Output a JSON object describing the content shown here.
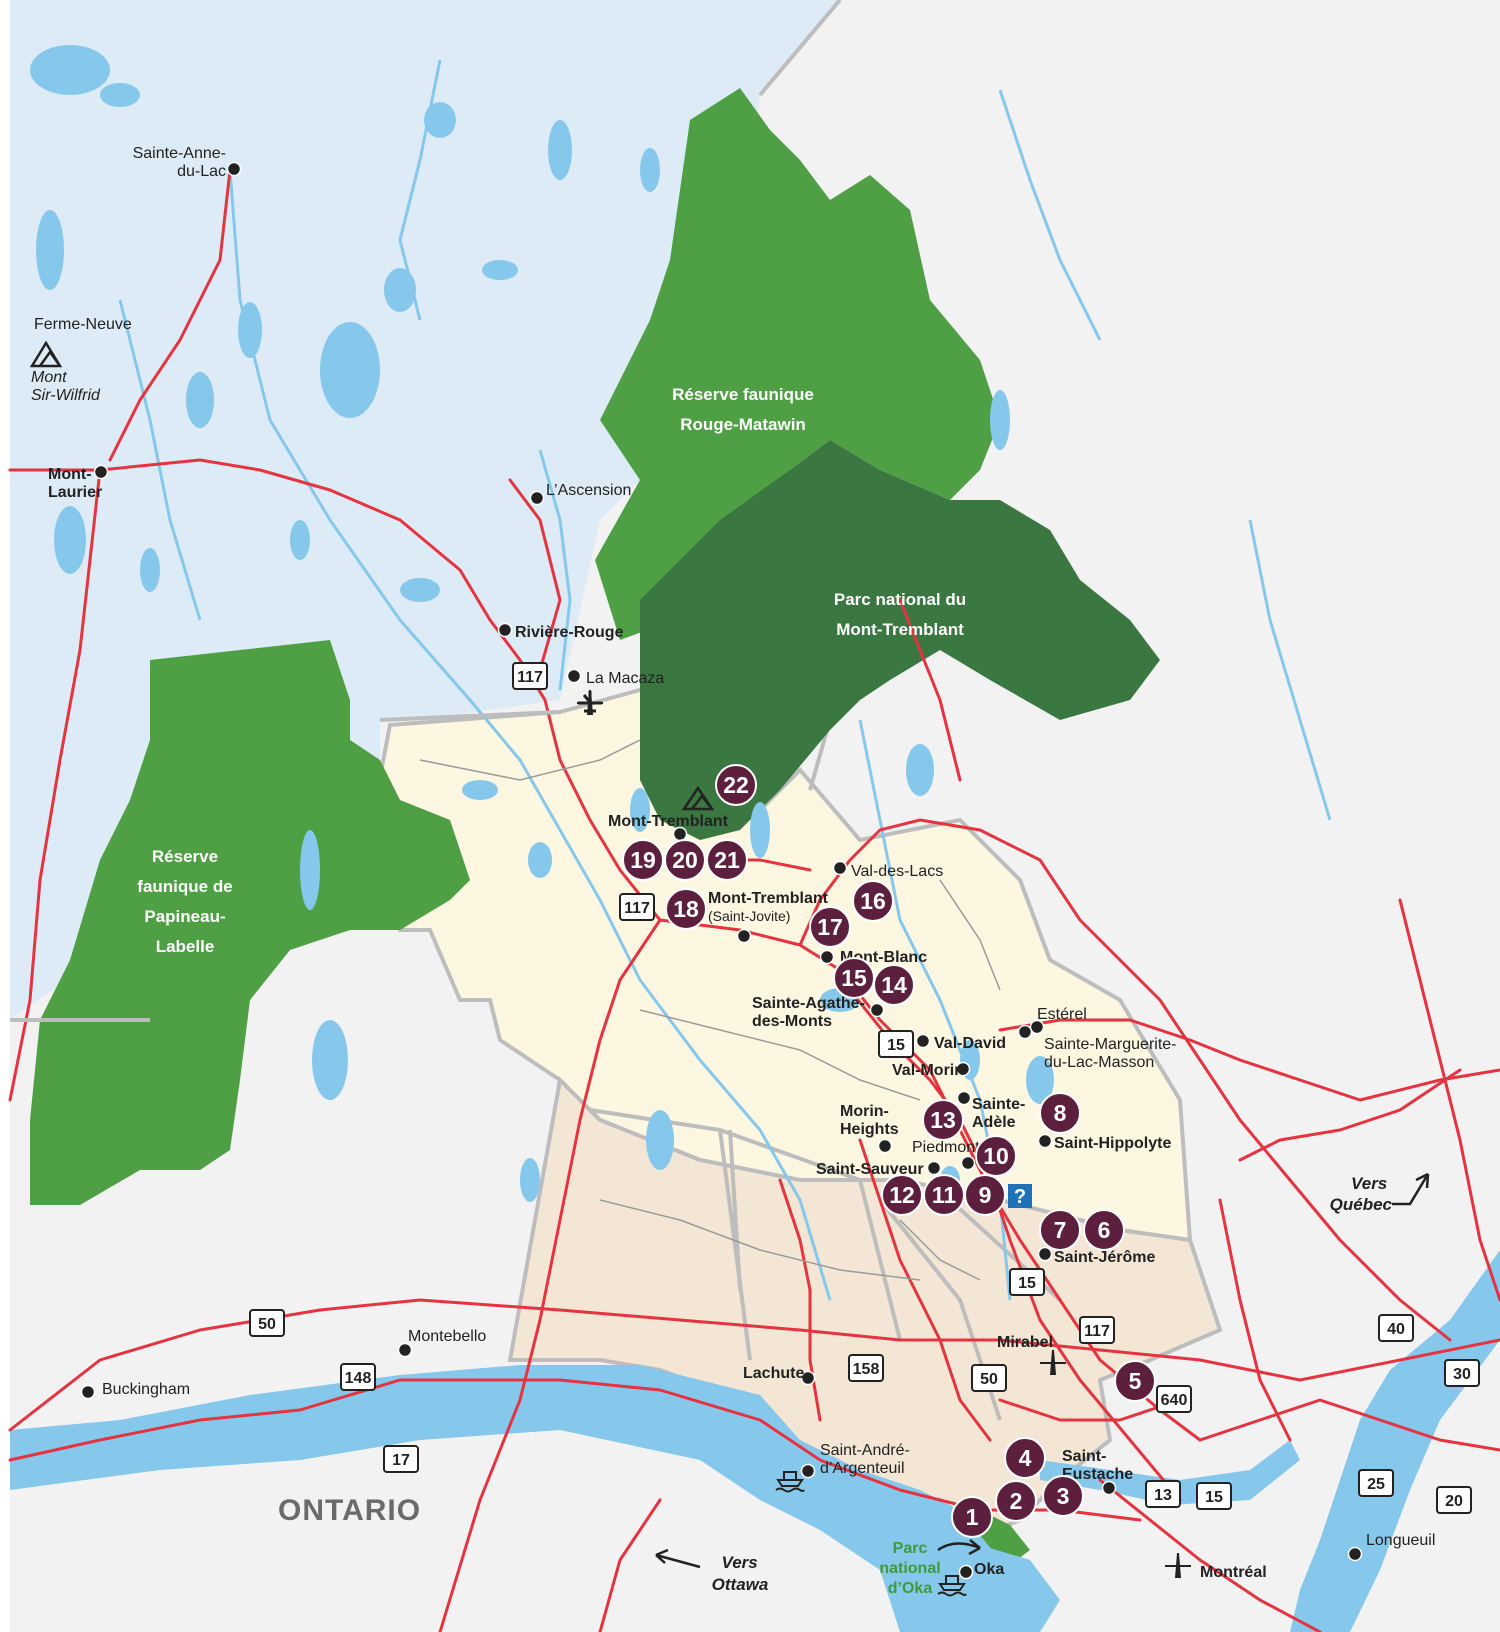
{
  "colors": {
    "north_land": "#dcebf6",
    "south_land": "#f2f2f2",
    "laurentides_light": "#fdf6e1",
    "laurentides_south": "#f4e6d4",
    "water": "#86c8ec",
    "road": "#e53340",
    "park_light": "#4f9f44",
    "park_dark": "#3b7740",
    "marker": "#5d1f3e",
    "boundary": "#bdbdbd"
  },
  "towns": [
    {
      "id": "sainte-anne-du-lac",
      "lines": [
        "Sainte-Anne-",
        "du-Lac"
      ],
      "bold": false
    },
    {
      "id": "ferme-neuve",
      "lines": [
        "Ferme-Neuve"
      ],
      "bold": false
    },
    {
      "id": "mont-laurier",
      "lines": [
        "Mont-",
        "Laurier"
      ],
      "bold": true
    },
    {
      "id": "l-ascension",
      "lines": [
        "L’Ascension"
      ],
      "bold": false
    },
    {
      "id": "riviere-rouge",
      "lines": [
        "Rivière-Rouge"
      ],
      "bold": true
    },
    {
      "id": "la-macaza",
      "lines": [
        "La Macaza"
      ],
      "bold": false
    },
    {
      "id": "mont-tremblant",
      "lines": [
        "Mont-Tremblant"
      ],
      "bold": true
    },
    {
      "id": "mont-tremblant-saint-jovite",
      "lines": [
        "Mont-Tremblant",
        "(Saint-Jovite)"
      ],
      "bold": true
    },
    {
      "id": "val-des-lacs",
      "lines": [
        "Val-des-Lacs"
      ],
      "bold": false
    },
    {
      "id": "mont-blanc",
      "lines": [
        "Mont-Blanc"
      ],
      "bold": true
    },
    {
      "id": "sainte-agathe-des-monts",
      "lines": [
        "Sainte-Agathe-",
        "des-Monts"
      ],
      "bold": true
    },
    {
      "id": "val-david",
      "lines": [
        "Val-David"
      ],
      "bold": true
    },
    {
      "id": "val-morin",
      "lines": [
        "Val-Morin"
      ],
      "bold": true
    },
    {
      "id": "esterel",
      "lines": [
        "Estérel"
      ],
      "bold": false
    },
    {
      "id": "sainte-marguerite",
      "lines": [
        "Sainte-Marguerite-",
        "du-Lac-Masson"
      ],
      "bold": false
    },
    {
      "id": "sainte-adele",
      "lines": [
        "Sainte-",
        "Adèle"
      ],
      "bold": true
    },
    {
      "id": "morin-heights",
      "lines": [
        "Morin-",
        "Heights"
      ],
      "bold": true
    },
    {
      "id": "piedmont",
      "lines": [
        "Piedmont"
      ],
      "bold": false
    },
    {
      "id": "saint-sauveur",
      "lines": [
        "Saint-Sauveur"
      ],
      "bold": true
    },
    {
      "id": "saint-hippolyte",
      "lines": [
        "Saint-Hippolyte"
      ],
      "bold": true
    },
    {
      "id": "saint-jerome",
      "lines": [
        "Saint-Jérôme"
      ],
      "bold": true
    },
    {
      "id": "mirabel",
      "lines": [
        "Mirabel"
      ],
      "bold": true
    },
    {
      "id": "lachute",
      "lines": [
        "Lachute"
      ],
      "bold": true
    },
    {
      "id": "montebello",
      "lines": [
        "Montebello"
      ],
      "bold": false
    },
    {
      "id": "buckingham",
      "lines": [
        "Buckingham"
      ],
      "bold": false
    },
    {
      "id": "saint-andre-d-argenteuil",
      "lines": [
        "Saint-André-",
        "d’Argenteuil"
      ],
      "bold": false
    },
    {
      "id": "saint-eustache",
      "lines": [
        "Saint-",
        "Eustache"
      ],
      "bold": true
    },
    {
      "id": "oka",
      "lines": [
        "Oka"
      ],
      "bold": true
    },
    {
      "id": "longueuil",
      "lines": [
        "Longueuil"
      ],
      "bold": false
    }
  ],
  "parks": [
    {
      "id": "rouge-matawin",
      "lines": [
        "Réserve faunique",
        "Rouge-Matawin"
      ]
    },
    {
      "id": "mont-tremblant-park",
      "lines": [
        "Parc national du",
        "Mont-Tremblant"
      ]
    },
    {
      "id": "papineau-labelle",
      "lines": [
        "Réserve",
        "faunique de",
        "Papineau-",
        "Labelle"
      ]
    },
    {
      "id": "oka-park",
      "lines": [
        "Parc",
        "national",
        "d’Oka"
      ]
    }
  ],
  "mountains": [
    {
      "id": "sir-wilfrid",
      "lines": [
        "Mont",
        "Sir-Wilfrid"
      ]
    },
    {
      "id": "tremblant-peak",
      "lines": []
    }
  ],
  "highways": [
    "117",
    "117",
    "15",
    "15",
    "117",
    "158",
    "50",
    "50",
    "148",
    "17",
    "640",
    "13",
    "15",
    "40",
    "30",
    "25",
    "20"
  ],
  "markers": [
    "1",
    "2",
    "3",
    "4",
    "5",
    "6",
    "7",
    "8",
    "9",
    "10",
    "11",
    "12",
    "13",
    "14",
    "15",
    "16",
    "17",
    "18",
    "19",
    "20",
    "21",
    "22"
  ],
  "directions": [
    {
      "id": "vers-quebec",
      "lines": [
        "Vers",
        "Québec"
      ]
    },
    {
      "id": "vers-ottawa",
      "lines": [
        "Vers",
        "Ottawa"
      ]
    }
  ],
  "regions": {
    "ontario": "ONTARIO",
    "montreal": "Montréal"
  },
  "icons": [
    "airport-icon",
    "airport-icon",
    "airport-icon",
    "ferry-icon",
    "ferry-icon",
    "information-icon",
    "mountain-icon"
  ]
}
